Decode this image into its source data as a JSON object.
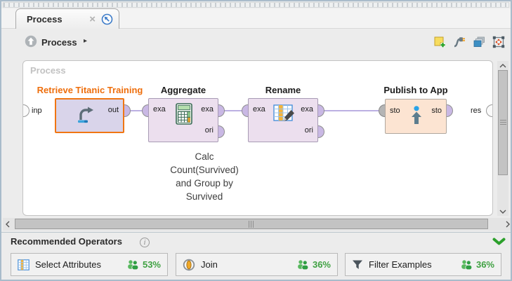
{
  "tab": {
    "title": "Process",
    "close_glyph": "×"
  },
  "breadcrumb": {
    "label": "Process",
    "caret": "▸"
  },
  "toolbar": {
    "icons": [
      "add-annotation",
      "show-connections",
      "copy-view",
      "fit-to-view"
    ]
  },
  "canvas": {
    "label": "Process",
    "input_port": "inp",
    "result_port": "res",
    "operators": [
      {
        "name": "Retrieve Titanic Training",
        "selected": true,
        "ports": {
          "out": "out"
        }
      },
      {
        "name": "Aggregate",
        "ports": {
          "in": "exa",
          "out": "exa",
          "out2": "ori"
        }
      },
      {
        "name": "Rename",
        "ports": {
          "in": "exa",
          "out": "exa",
          "out2": "ori"
        }
      },
      {
        "name": "Publish to App",
        "ports": {
          "in": "sto",
          "out": "sto"
        }
      }
    ],
    "annotation": "Calc\nCount(Survived)\nand Group by\nSurvived"
  },
  "recommended": {
    "title": "Recommended Operators",
    "info_glyph": "i",
    "items": [
      {
        "label": "Select Attributes",
        "score": "53%"
      },
      {
        "label": "Join",
        "score": "36%"
      },
      {
        "label": "Filter Examples",
        "score": "36%"
      }
    ]
  },
  "colors": {
    "accent_orange": "#ee6e0c",
    "score_green": "#3fa142",
    "connection": "#b3a5de",
    "selection_border": "#f07613"
  }
}
